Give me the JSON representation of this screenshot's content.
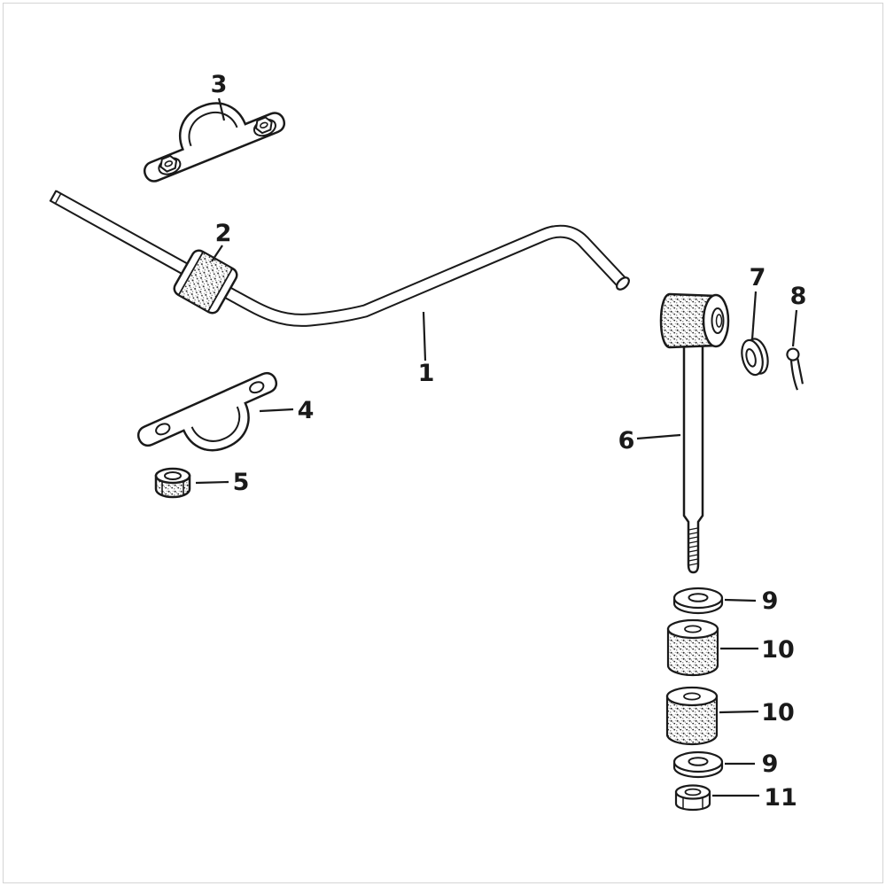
{
  "colors": {
    "ink": "#1a1a1a",
    "background": "#ffffff",
    "frame": "#d4d4d4"
  },
  "labels": {
    "part1": "1",
    "part2": "2",
    "part3": "3",
    "part4": "4",
    "part5": "5",
    "part6": "6",
    "part7": "7",
    "part8": "8",
    "part9_upper": "9",
    "part10_upper": "10",
    "part10_lower": "10",
    "part9_lower": "9",
    "part11": "11"
  }
}
